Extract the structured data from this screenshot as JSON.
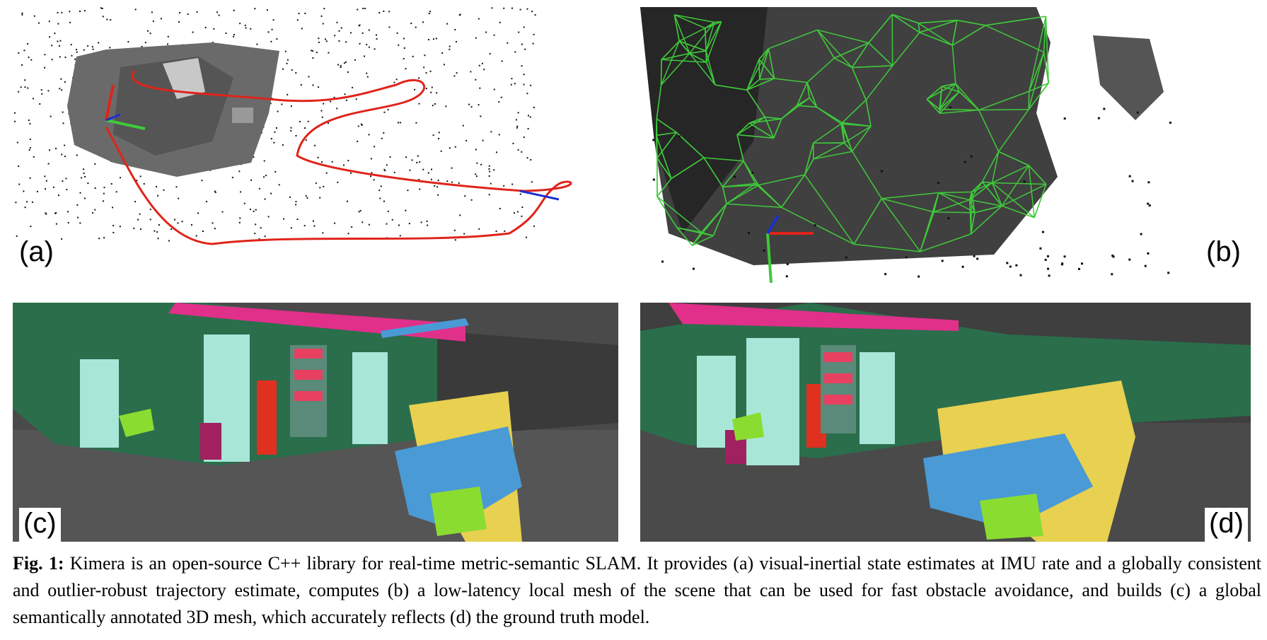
{
  "panels": {
    "a": {
      "label": "(a)"
    },
    "b": {
      "label": "(b)"
    },
    "c": {
      "label": "(c)"
    },
    "d": {
      "label": "(d)"
    }
  },
  "caption": {
    "prefix": "Fig. 1:",
    "text": " Kimera is an open-source C++ library for real-time metric-semantic SLAM. It provides (a) visual-inertial state estimates at IMU rate and a globally consistent and outlier-robust trajectory estimate, computes (b) a low-latency local mesh of the scene that can be used for fast obstacle avoidance, and builds (c) a global semantically annotated 3D mesh, which accurately reflects (d) the ground truth model."
  },
  "colors": {
    "trajectory": "#e0231a",
    "mesh_edges": "#3fc93a",
    "axis_x": "#e0231a",
    "axis_y": "#3fc93a",
    "axis_z": "#1a2fd0",
    "wall": "#2a6e4c",
    "ceiling_beam": "#e0308a",
    "table": "#4a9ad6",
    "partition": "#e8d050",
    "cabinet": "#a8e6d8",
    "shelf_items": "#e84060",
    "red_object": "#e03020",
    "chair": "#8add30",
    "bin": "#a02060",
    "floor": "#555555"
  }
}
